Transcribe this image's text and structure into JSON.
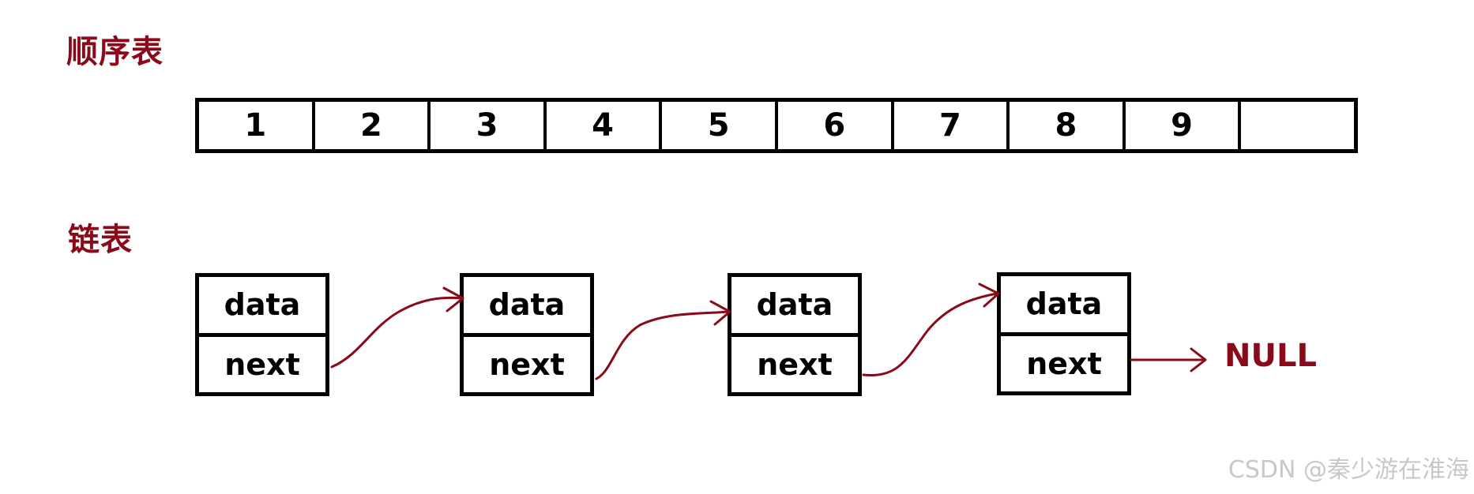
{
  "sequence_list": {
    "title": "顺序表",
    "cells": [
      "1",
      "2",
      "3",
      "4",
      "5",
      "6",
      "7",
      "8",
      "9",
      ""
    ]
  },
  "linked_list": {
    "title": "链表",
    "nodes": [
      {
        "data": "data",
        "next": "next"
      },
      {
        "data": "data",
        "next": "next"
      },
      {
        "data": "data",
        "next": "next"
      },
      {
        "data": "data",
        "next": "next"
      }
    ],
    "terminator": "NULL"
  },
  "watermark": "CSDN @秦少游在淮海",
  "colors": {
    "accent": "#8b0a1a",
    "outline": "#000000"
  }
}
